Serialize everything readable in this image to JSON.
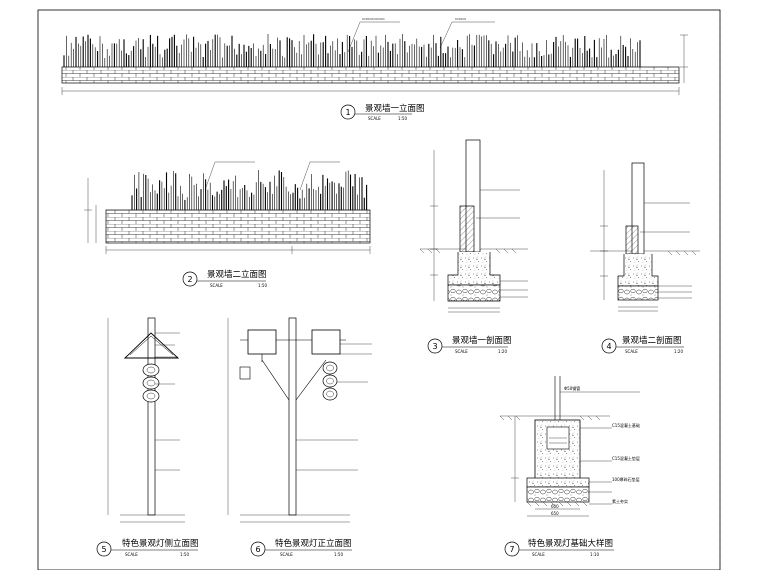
{
  "drawings": [
    {
      "number": "1",
      "title": "景观墙一立面图",
      "scale_label": "SCALE",
      "scale": "1:50"
    },
    {
      "number": "2",
      "title": "景观墙二立面图",
      "scale_label": "SCALE",
      "scale": "1:50"
    },
    {
      "number": "3",
      "title": "景观墙一剖面图",
      "scale_label": "SCALE",
      "scale": "1:20"
    },
    {
      "number": "4",
      "title": "景观墙二剖面图",
      "scale_label": "SCALE",
      "scale": "1:20"
    },
    {
      "number": "5",
      "title": "特色景观灯侧立面图",
      "scale_label": "SCALE",
      "scale": "1:50"
    },
    {
      "number": "6",
      "title": "特色景观灯正立面图",
      "scale_label": "SCALE",
      "scale": "1:50"
    },
    {
      "number": "7",
      "title": "特色景观灯基础大样图",
      "scale_label": "SCALE",
      "scale": "1:10"
    }
  ],
  "notes": {
    "n7_top": "Φ50钢管",
    "n7_c1": "C15混凝土基础",
    "n7_c2": "C15混凝土垫层",
    "n7_c3": "100厚碎石垫层",
    "n7_c4": "素土夯实",
    "n7_dim1": "600",
    "n7_dim2": "650"
  }
}
